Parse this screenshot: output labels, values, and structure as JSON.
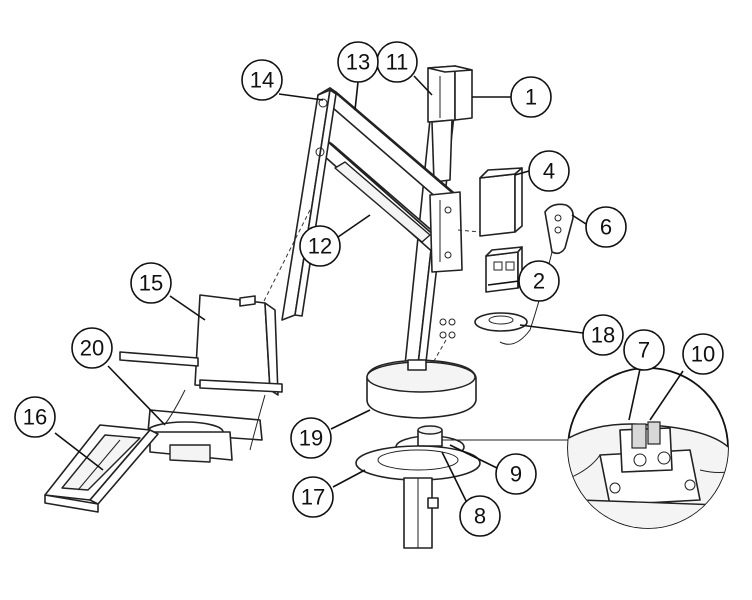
{
  "callouts": [
    {
      "label": "1"
    },
    {
      "label": "2"
    },
    {
      "label": "4"
    },
    {
      "label": "6"
    },
    {
      "label": "7"
    },
    {
      "label": "8"
    },
    {
      "label": "9"
    },
    {
      "label": "10"
    },
    {
      "label": "11"
    },
    {
      "label": "12"
    },
    {
      "label": "13"
    },
    {
      "label": "14"
    },
    {
      "label": "15"
    },
    {
      "label": "16"
    },
    {
      "label": "17"
    },
    {
      "label": "18"
    },
    {
      "label": "19"
    },
    {
      "label": "20"
    }
  ]
}
